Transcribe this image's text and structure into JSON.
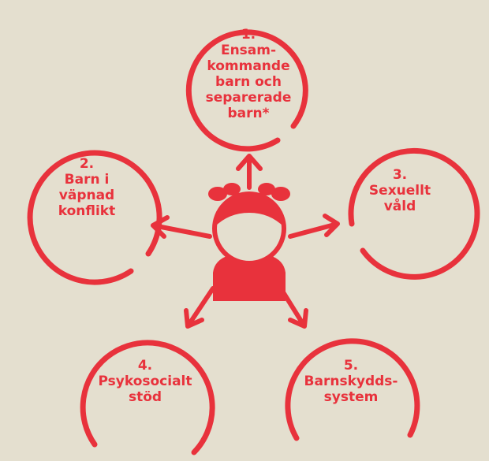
{
  "colors": {
    "background": "#e4dfcf",
    "accent": "#e8323c"
  },
  "center_icon": "girl-with-pigtails-icon",
  "nodes": [
    {
      "lines": [
        "1.",
        "Ensam-",
        "kommande",
        "barn och",
        "separerade",
        "barn*"
      ]
    },
    {
      "lines": [
        "2.",
        "Barn i",
        "väpnad",
        "konflikt"
      ]
    },
    {
      "lines": [
        "3.",
        "Sexuellt",
        "våld"
      ]
    },
    {
      "lines": [
        "4.",
        "Psykosocialt",
        "stöd"
      ]
    },
    {
      "lines": [
        "5.",
        "Barnskydds-",
        "system"
      ]
    }
  ]
}
